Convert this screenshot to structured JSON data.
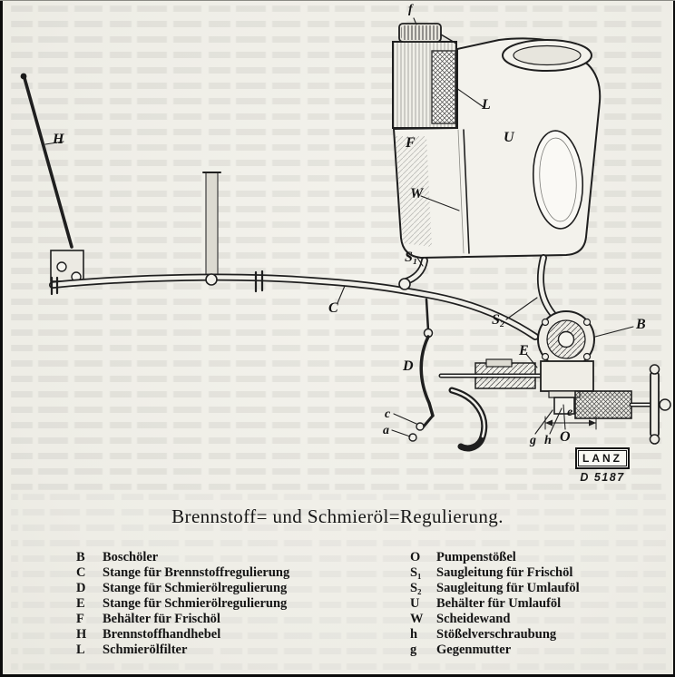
{
  "figure": {
    "caption": "Brennstoff= und Schmieröl=Regulierung."
  },
  "stamp": {
    "brand": "LANZ",
    "number": "D 5187"
  },
  "diagram": {
    "labels": {
      "f": "f",
      "L": "L",
      "U": "U",
      "F": "F",
      "W": "W",
      "H": "H",
      "S1": "S₁",
      "C": "C",
      "S2": "S₂",
      "B": "B",
      "E": "E",
      "D": "D",
      "c": "c",
      "a": "a",
      "g": "g",
      "h": "h",
      "O": "O",
      "e": "e"
    }
  },
  "legend": {
    "left": [
      {
        "key": "B",
        "text": "Boschöler"
      },
      {
        "key": "C",
        "text": "Stange für Brennstoffregulierung"
      },
      {
        "key": "D",
        "text": "Stange für Schmierölregulierung"
      },
      {
        "key": "E",
        "text": "Stange für Schmierölregulierung"
      },
      {
        "key": "F",
        "text": "Behälter für Frischöl"
      },
      {
        "key": "H",
        "text": "Brennstoffhandhebel"
      },
      {
        "key": "L",
        "text": "Schmierölfilter"
      }
    ],
    "right": [
      {
        "key": "O",
        "text": "Pumpenstößel"
      },
      {
        "key": "S₁",
        "text": "Saugleitung für Frischöl"
      },
      {
        "key": "S₂",
        "text": "Saugleitung für Umlauföl"
      },
      {
        "key": "U",
        "text": "Behälter für Umlauföl"
      },
      {
        "key": "W",
        "text": "Scheidewand"
      },
      {
        "key": "h",
        "text": "Stößelverschraubung"
      },
      {
        "key": "g",
        "text": "Gegenmutter"
      }
    ]
  }
}
